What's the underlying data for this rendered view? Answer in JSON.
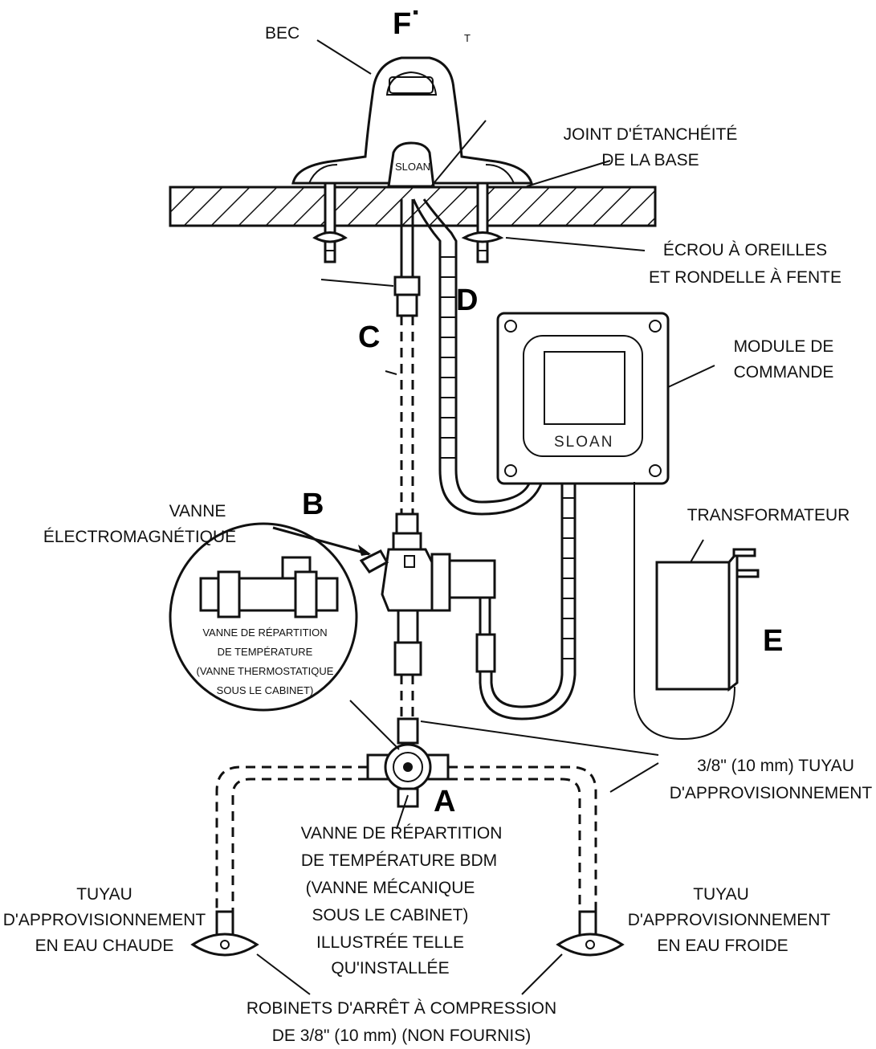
{
  "callouts": {
    "A": "A",
    "B": "B",
    "C": "C",
    "D": "D",
    "E": "E",
    "F": "F",
    "F_mark": "▪",
    "T": "T"
  },
  "labels": {
    "spout": "BEC",
    "base_gasket": [
      "JOINT D'ÉTANCHÉITÉ",
      "DE LA BASE"
    ],
    "wing_nut": [
      "ÉCROU À OREILLES",
      "ET RONDELLE À FENTE"
    ],
    "control_module": [
      "MODULE DE",
      "COMMANDE"
    ],
    "solenoid_valve": [
      "VANNE",
      "ÉLECTROMAGNÉTIQUE"
    ],
    "transformer": "TRANSFORMATEUR",
    "thermostatic_valve": [
      "VANNE DE RÉPARTITION",
      "DE TEMPÉRATURE",
      "(VANNE THERMOSTATIQUE",
      "SOUS LE CABINET)"
    ],
    "supply_tube": [
      "3/8\" (10 mm) TUYAU",
      "D'APPROVISIONNEMENT"
    ],
    "bdm_valve": [
      "VANNE DE RÉPARTITION",
      "DE TEMPÉRATURE BDM",
      "(VANNE MÉCANIQUE",
      "SOUS LE CABINET)",
      "ILLUSTRÉE TELLE",
      "QU'INSTALLÉE"
    ],
    "hot_supply": [
      "TUYAU",
      "D'APPROVISIONNEMENT",
      "EN EAU CHAUDE"
    ],
    "cold_supply": [
      "TUYAU",
      "D'APPROVISIONNEMENT",
      "EN EAU FROIDE"
    ],
    "stops": [
      "ROBINETS D'ARRÊT À COMPRESSION",
      "DE 3/8\" (10 mm) (NON FOURNIS)"
    ]
  },
  "brand": {
    "faucet_logo": "SLOAN",
    "module_logo": "SLOAN"
  }
}
